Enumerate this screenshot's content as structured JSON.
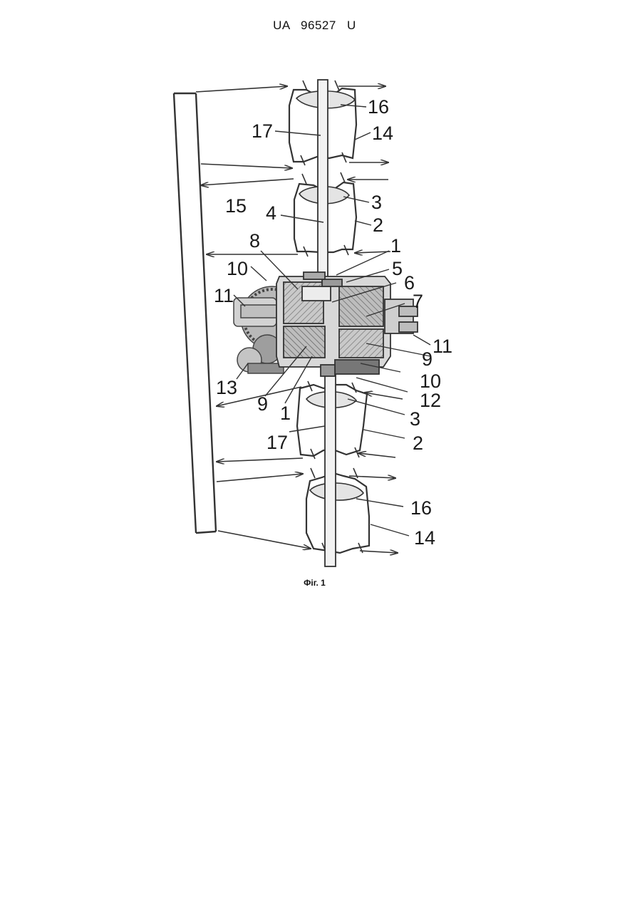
{
  "header": {
    "patent": "UA   96527   U"
  },
  "figure": {
    "caption": "Фіг. 1",
    "labels": {
      "l16a": "16",
      "l17a": "17",
      "l14a": "14",
      "l15": "15",
      "l3a": "3",
      "l4": "4",
      "l2a": "2",
      "l8": "8",
      "l1a": "1",
      "l10a": "10",
      "l5": "5",
      "l6": "6",
      "l11a": "11",
      "l7": "7",
      "l11b": "11",
      "l9a": "9",
      "l10b": "10",
      "l13": "13",
      "l12": "12",
      "l9b": "9",
      "l1b": "1",
      "l3b": "3",
      "l17b": "17",
      "l2b": "2",
      "l16b": "16",
      "l14b": "14"
    }
  }
}
